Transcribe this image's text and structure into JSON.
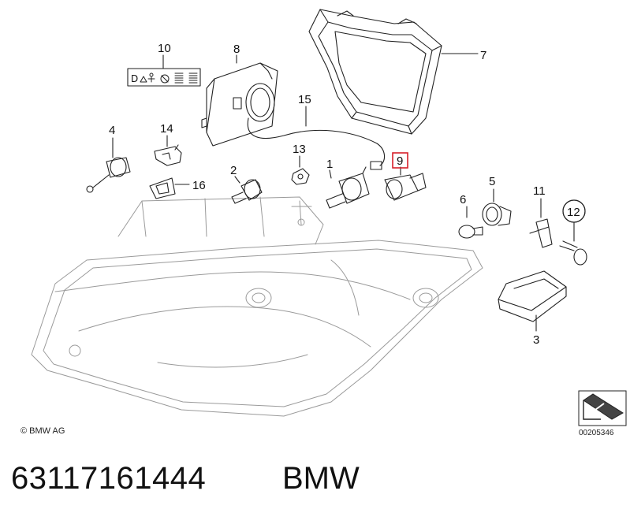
{
  "callouts": {
    "c1": "1",
    "c2": "2",
    "c3": "3",
    "c4": "4",
    "c5": "5",
    "c6": "6",
    "c7": "7",
    "c8": "8",
    "c9": "9",
    "c10": "10",
    "c11": "11",
    "c12": "12",
    "c13": "13",
    "c14": "14",
    "c15": "15",
    "c16": "16"
  },
  "highlighted_part": "9",
  "highlight_color": "#d6202a",
  "copyright": "© BMW AG",
  "image_id": "00205346",
  "part_number": "63117161444",
  "brand": "BMW",
  "icons": [
    "warning-label-icon",
    "direction-arrow-icon",
    "copyright-icon"
  ]
}
